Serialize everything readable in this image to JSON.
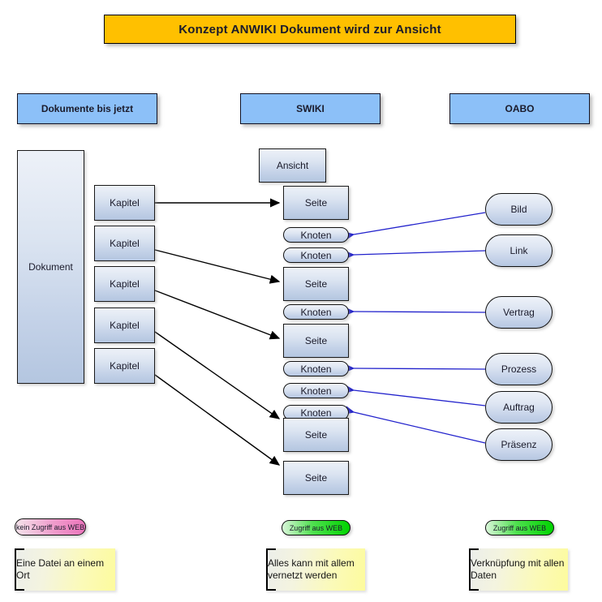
{
  "title": {
    "text": "Konzept ANWIKI Dokument wird zur Ansicht",
    "bg": "#FFC000"
  },
  "columns": [
    {
      "key": "left",
      "header": "Dokumente bis jetzt"
    },
    {
      "key": "middle",
      "header": "SWIKI"
    },
    {
      "key": "right",
      "header": "OABO"
    }
  ],
  "left_column": {
    "document": "Dokument",
    "chapters": [
      "Kapitel",
      "Kapitel",
      "Kapitel",
      "Kapitel",
      "Kapitel"
    ],
    "tag": "kein Zugriff aus WEB",
    "tag_color": "#ea74bb",
    "note": "Eine Datei an einem Ort"
  },
  "middle_column": {
    "view": "Ansicht",
    "items": [
      {
        "type": "seite",
        "label": "Seite"
      },
      {
        "type": "knoten",
        "label": "Knoten"
      },
      {
        "type": "knoten",
        "label": "Knoten"
      },
      {
        "type": "seite",
        "label": "Seite"
      },
      {
        "type": "knoten",
        "label": "Knoten"
      },
      {
        "type": "seite",
        "label": "Seite"
      },
      {
        "type": "knoten",
        "label": "Knoten"
      },
      {
        "type": "knoten",
        "label": "Knoten"
      },
      {
        "type": "knoten",
        "label": "Knoten"
      },
      {
        "type": "seite",
        "label": "Seite"
      },
      {
        "type": "seite",
        "label": "Seite"
      }
    ],
    "tag": "Zugriff aus WEB",
    "tag_color": "#00d400",
    "note": "Alles kann mit allem vernetzt werden"
  },
  "right_column": {
    "objects": [
      "Bild",
      "Link",
      "Vertrag",
      "Prozess",
      "Auftrag",
      "Präsenz"
    ],
    "tag": "Zugriff aus WEB",
    "tag_color": "#00d400",
    "note": "Verknüpfung mit allen Daten"
  },
  "connectors": {
    "chapter_to_page_color": "#000000",
    "object_to_node_color": "#2222cc"
  }
}
